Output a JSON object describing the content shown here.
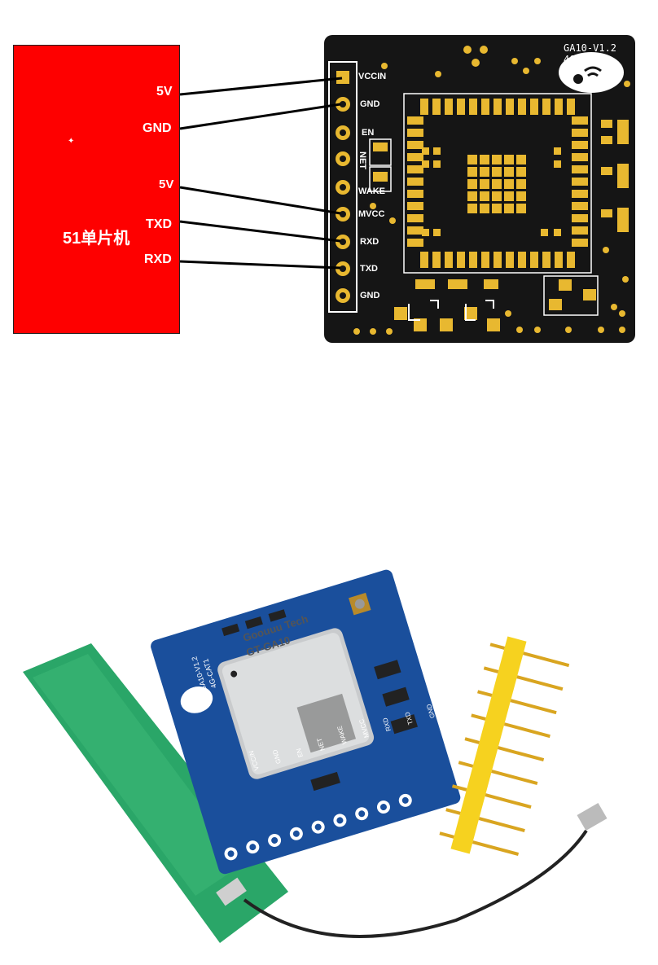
{
  "mcu": {
    "title": "51单片机",
    "pins": {
      "p5v_a": "5V",
      "gnd": "GND",
      "p5v_b": "5V",
      "txd": "TXD",
      "rxd": "RXD"
    }
  },
  "module": {
    "board_name": "GA10-V1.2",
    "board_type": "4G-CAT1",
    "pins": {
      "vccin": "VCCIN",
      "gnd1": "GND",
      "en": "EN",
      "net": "NET",
      "wake": "WAKE",
      "mvcc": "MVCC",
      "rxd": "RXD",
      "txd": "TXD",
      "gnd2": "GND"
    }
  },
  "photo": {
    "chip_brand": "Goouuu Tech",
    "chip_model": "GT-GA10",
    "pcb_name": "GA10-V1.2",
    "pcb_type": "4G-CAT1",
    "pins": [
      "VCCIN",
      "GND",
      "EN",
      "NET",
      "WAKE",
      "MVCC",
      "RXD",
      "TXD",
      "GND"
    ]
  },
  "colors": {
    "mcu_fill": "#fe0000",
    "pcb_black": "#151515",
    "gold": "#e8b830",
    "pcb_blue": "#1a4f9c",
    "antenna_green": "#2aa668",
    "header_yellow": "#f6d21f"
  }
}
